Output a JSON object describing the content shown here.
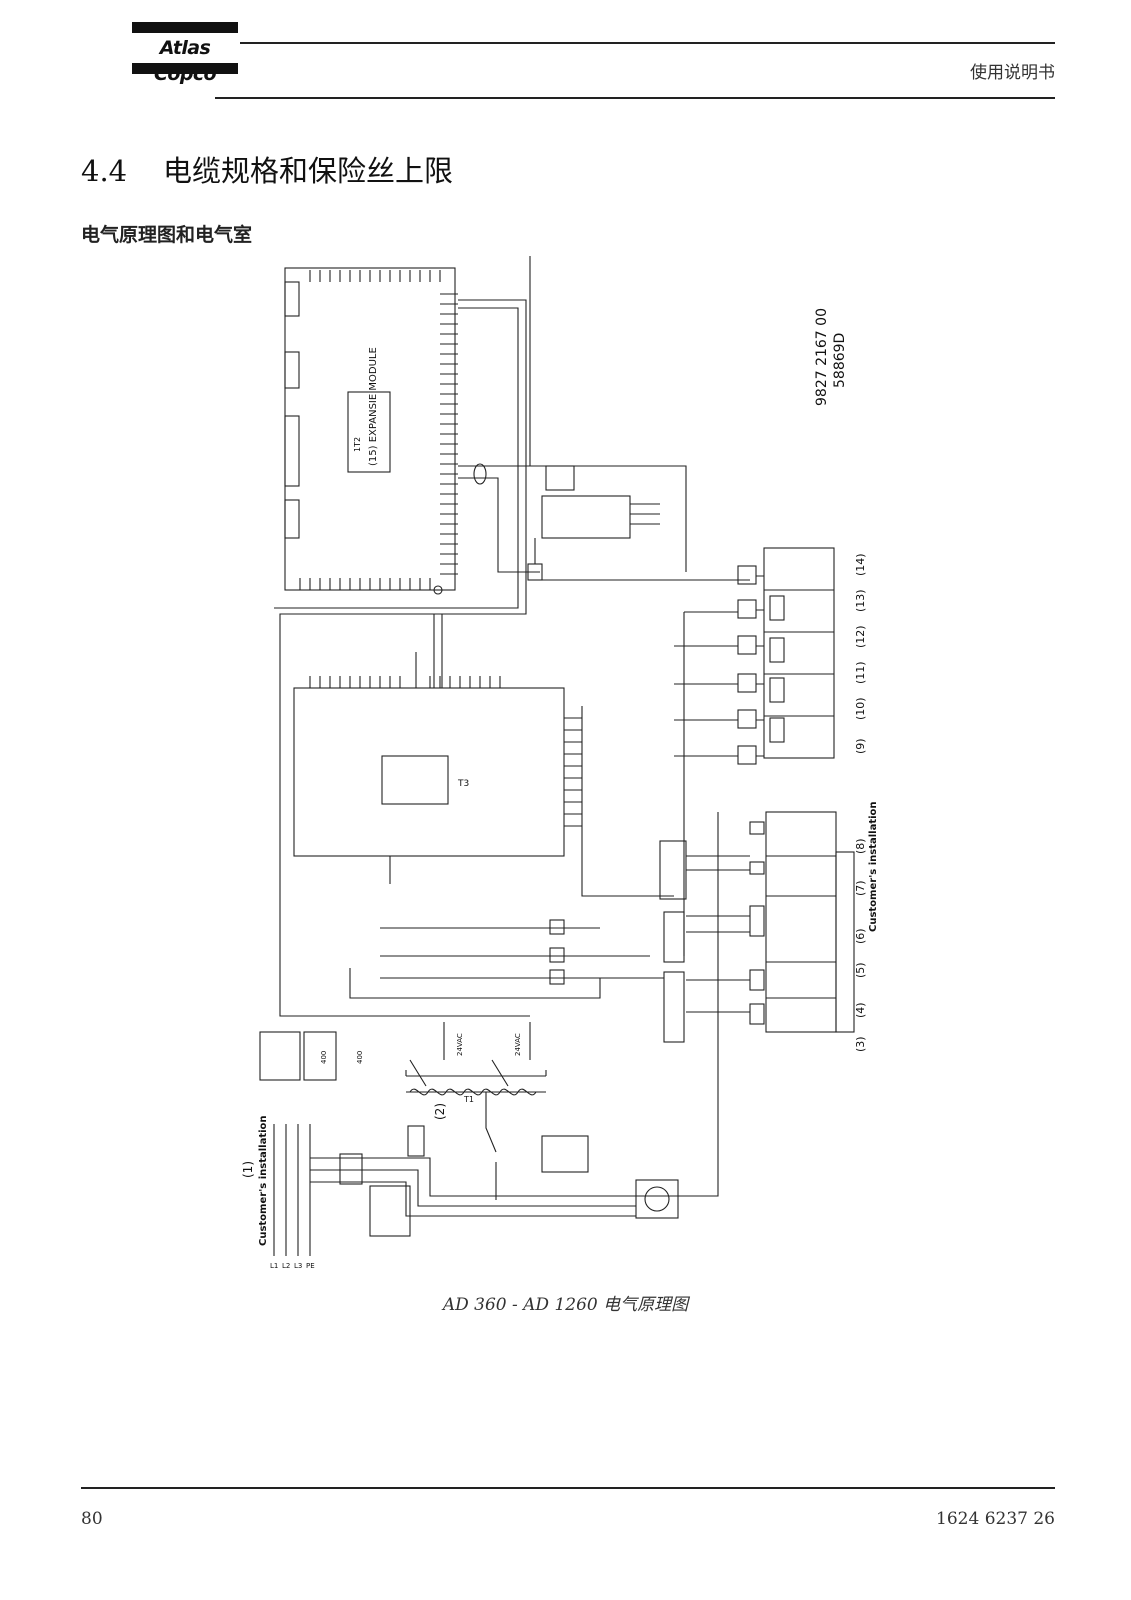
{
  "header": {
    "brand": "Atlas Copco",
    "doc_label": "使用说明书"
  },
  "section": {
    "number": "4.4",
    "title": "电缆规格和保险丝上限"
  },
  "subheading": "电气原理图和电气室",
  "schematic": {
    "drawing_number": "9827 2167 00",
    "drawing_revision": "58869D",
    "module_label": "(15) EXPANSIE MODULE",
    "module_id": "1T2",
    "controller_label": "T3",
    "customer_installation": "Customer's installation",
    "customer_installation_right": "Customer's installation",
    "customer_installation_ref": "(1)",
    "fuse_ref": "(2)",
    "refs": [
      "(3)",
      "(4)",
      "(5)",
      "(6)",
      "(7)",
      "(8)",
      "(9)",
      "(10)",
      "(11)",
      "(12)",
      "(13)",
      "(14)"
    ],
    "line_labels": [
      "L1",
      "L2",
      "L3",
      "PE"
    ],
    "supply_labels": [
      "400",
      "400"
    ],
    "voltage_labels": [
      "24VAC",
      "24VAC"
    ],
    "transformer_label": "T1"
  },
  "caption": "AD 360 - AD 1260 电气原理图",
  "footer": {
    "page_number": "80",
    "doc_number": "1624 6237 26"
  }
}
